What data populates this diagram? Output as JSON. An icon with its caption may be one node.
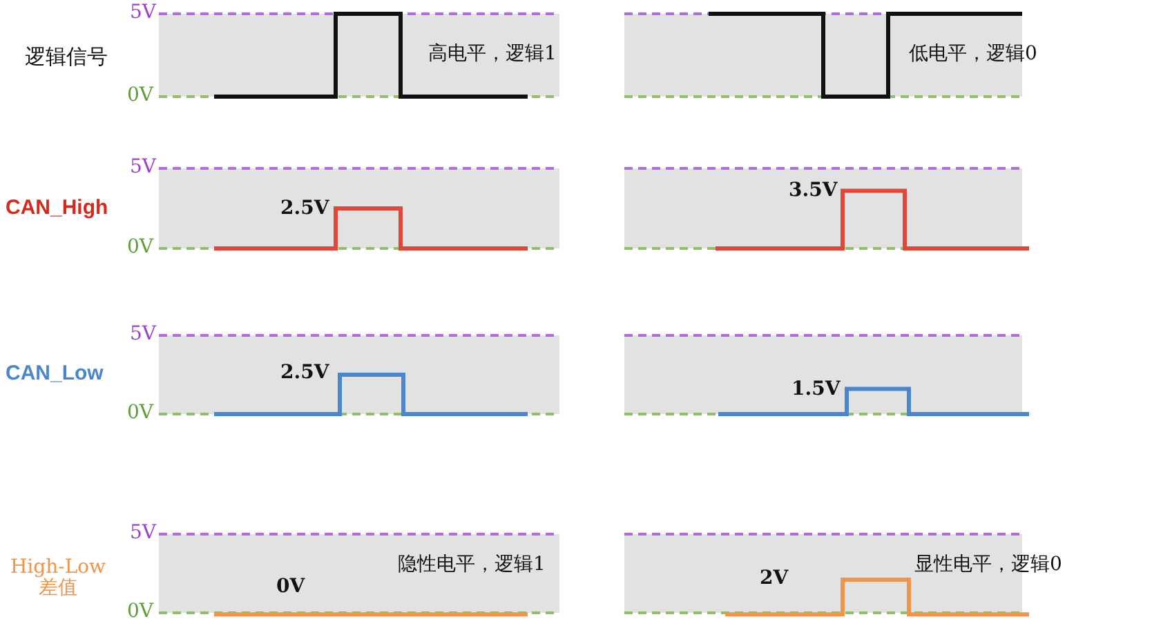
{
  "diagram": {
    "labels": [
      "5V",
      "逻辑信号",
      "高电平，逻辑1",
      "低电平，逻辑0",
      "0V",
      "5V",
      "CAN_High",
      "2.5V",
      "3.5V",
      "0V",
      "5V",
      "CAN_Low",
      "2.5V",
      "1.5V",
      "0V",
      "5V",
      "High-Low 差值",
      "0V",
      "隐性电平，逻辑1",
      "2V",
      "显性电平，逻辑0",
      "0V"
    ]
  }
}
